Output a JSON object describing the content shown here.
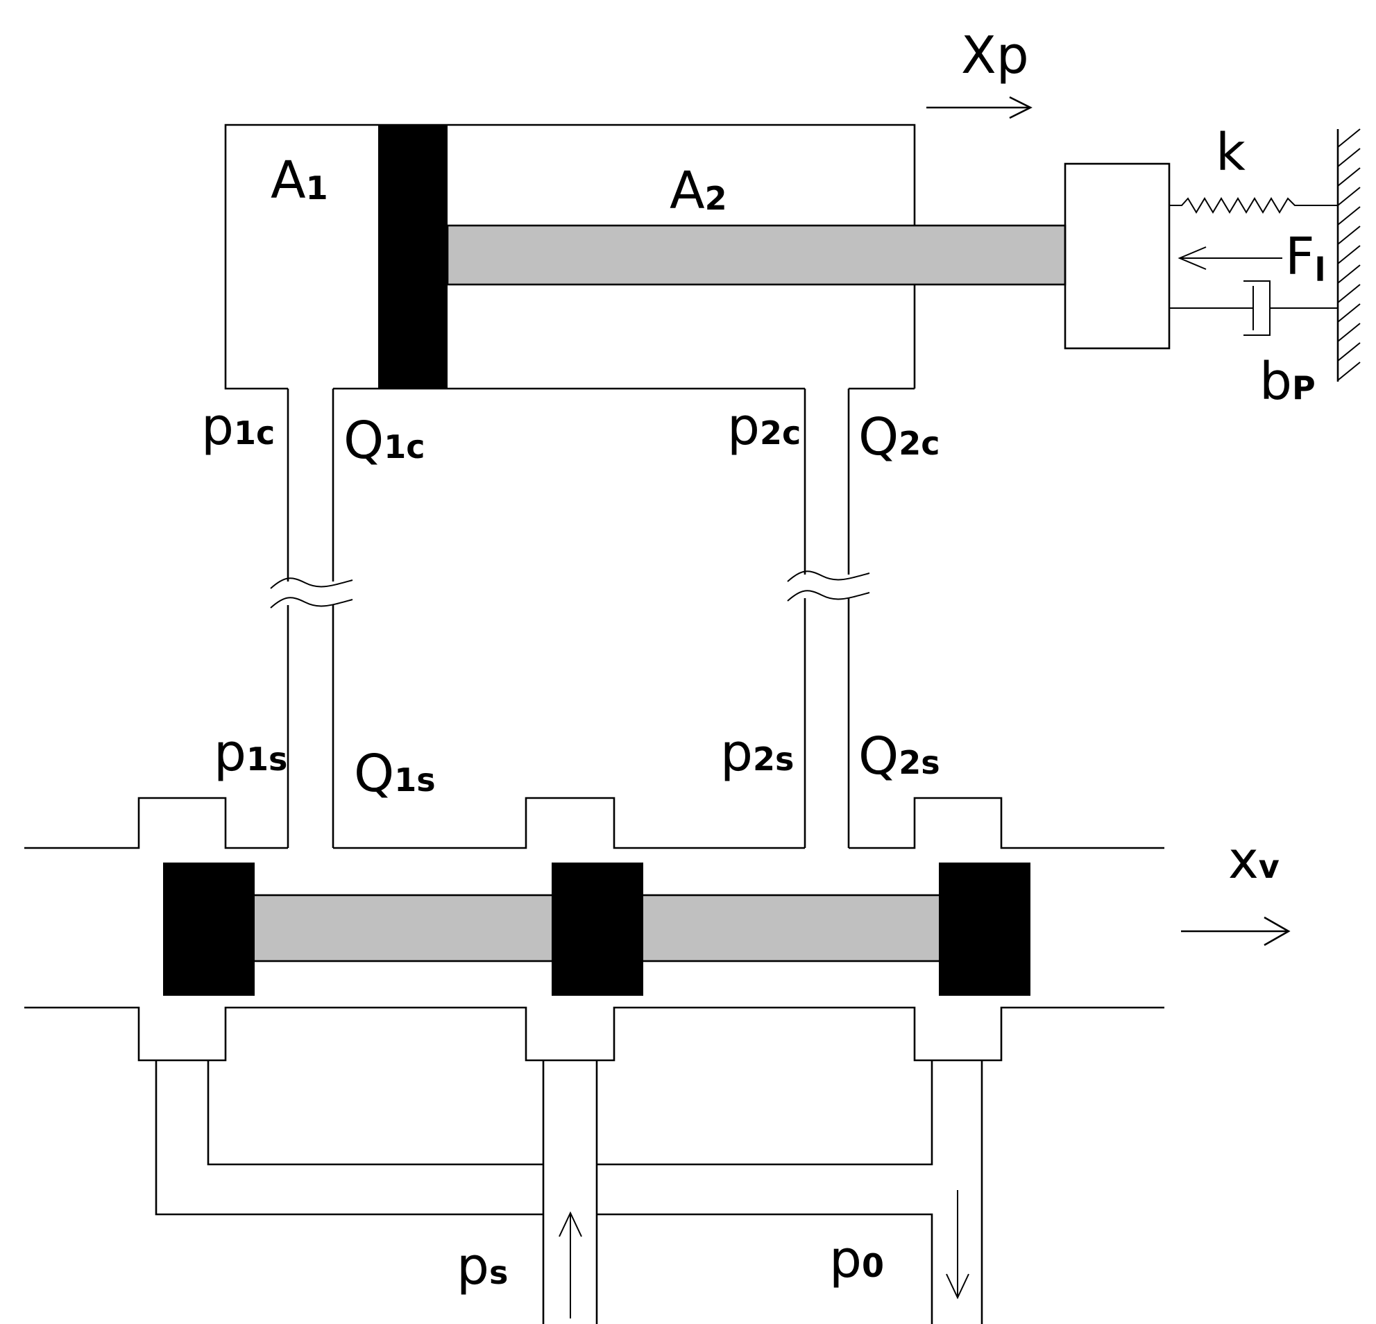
{
  "labels": {
    "xp": {
      "main": "X",
      "sub": "p"
    },
    "a1": {
      "main": "A",
      "sub": "1"
    },
    "a2": {
      "main": "A",
      "sub": "2"
    },
    "k": {
      "main": "k",
      "sub": ""
    },
    "f1": {
      "main": "F",
      "sub": "l"
    },
    "bp": {
      "main": "b",
      "sub": "P"
    },
    "p1c": {
      "main": "p",
      "sub": "1c"
    },
    "q1c": {
      "main": "Q",
      "sub": "1c"
    },
    "p2c": {
      "main": "p",
      "sub": "2c"
    },
    "q2c": {
      "main": "Q",
      "sub": "2c"
    },
    "p1s": {
      "main": "p",
      "sub": "1s"
    },
    "q1s": {
      "main": "Q",
      "sub": "1s"
    },
    "p2s": {
      "main": "p",
      "sub": "2s"
    },
    "q2s": {
      "main": "Q",
      "sub": "2s"
    },
    "xv": {
      "main": "x",
      "sub": "v"
    },
    "ps": {
      "main": "p",
      "sub": "s"
    },
    "p0": {
      "main": "p",
      "sub": "0"
    }
  }
}
